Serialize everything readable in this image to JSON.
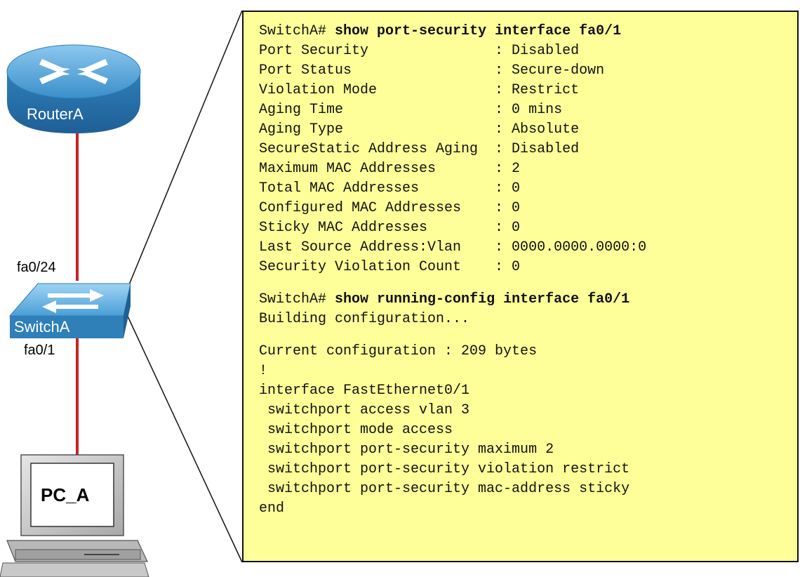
{
  "devices": {
    "router": {
      "name": "RouterA"
    },
    "switch": {
      "name": "SwitchA",
      "port_up": "fa0/24",
      "port_down": "fa0/1"
    },
    "pc": {
      "name": "PC_A"
    }
  },
  "colors": {
    "link": "#cc2222",
    "terminal_bg": "#ffff99",
    "device_blue": "#3a8fc9"
  },
  "terminal": {
    "cmd1": {
      "prompt": "SwitchA# ",
      "command": "show port-security interface fa0/1"
    },
    "port_security": [
      "Port Security               : Disabled",
      "Port Status                 : Secure-down",
      "Violation Mode              : Restrict",
      "Aging Time                  : 0 mins",
      "Aging Type                  : Absolute",
      "SecureStatic Address Aging  : Disabled",
      "Maximum MAC Addresses       : 2",
      "Total MAC Addresses         : 0",
      "Configured MAC Addresses    : 0",
      "Sticky MAC Addresses        : 0",
      "Last Source Address:Vlan    : 0000.0000.0000:0",
      "Security Violation Count    : 0"
    ],
    "cmd2": {
      "prompt": "SwitchA# ",
      "command": "show running-config interface fa0/1"
    },
    "building": "Building configuration...",
    "current_config": "Current configuration : 209 bytes",
    "config": [
      "!",
      "interface FastEthernet0/1",
      " switchport access vlan 3",
      " switchport mode access",
      " switchport port-security maximum 2",
      " switchport port-security violation restrict",
      " switchport port-security mac-address sticky",
      "end"
    ]
  }
}
